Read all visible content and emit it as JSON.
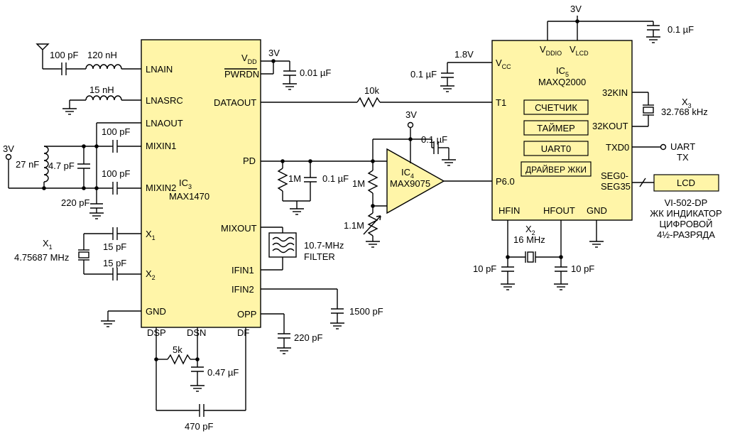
{
  "ic3": {
    "name": "IC3",
    "ref": "IC",
    "ref_sub": "3",
    "part": "MAX1470",
    "pins_left": [
      "LNAIN",
      "LNASRC",
      "LNAOUT",
      "MIXIN1",
      "MIXIN2",
      "X",
      "X",
      "GND"
    ],
    "pin_x1_sub": "1",
    "pin_x2_sub": "2",
    "pin_vdd": "V",
    "pin_vdd_sub": "DD",
    "pin_pwrdn": "PWRDN",
    "pin_dataout": "DATAOUT",
    "pin_pd": "PD",
    "pin_mixout": "MIXOUT",
    "pin_ifin1": "IFIN1",
    "pin_ifin2": "IFIN2",
    "pin_opp": "OPP",
    "pin_dsp": "DSP",
    "pin_dsn": "DSN",
    "pin_df": "DF"
  },
  "ic4": {
    "ref": "IC",
    "ref_sub": "4",
    "part": "MAX9075"
  },
  "ic5": {
    "ref": "IC",
    "ref_sub": "5",
    "part": "MAXQ2000",
    "pin_vcc": "V",
    "pin_vcc_sub": "CC",
    "pin_t1": "T1",
    "pin_p60": "P6.0",
    "pin_vddio": "V",
    "pin_vddio_sub": "DDIO",
    "pin_vlcd": "V",
    "pin_vlcd_sub": "LCD",
    "pin_32kin": "32KIN",
    "pin_32kout": "32KOUT",
    "pin_txd0": "TXD0",
    "pin_seg_a": "SEG0-",
    "pin_seg_b": "SEG35",
    "pin_hfin": "HFIN",
    "pin_hfout": "HFOUT",
    "pin_gnd": "GND",
    "blocks": [
      "СЧЕТЧИК",
      "ТАЙМЕР",
      "UART0",
      "ДРАЙВЕР ЖКИ"
    ]
  },
  "components": {
    "c_100pf_ant": "100 pF",
    "l_120nh": "120 nH",
    "l_15nh": "15 nH",
    "c_100pf_m1": "100 pF",
    "c_100pf_m2": "100 pF",
    "c_27nf": "27 nF",
    "c_4p7pf": "4.7 pF",
    "c_220pf_m": "220 pF",
    "v_3v_left": "3V",
    "x1_ref": "X",
    "x1_sub": "1",
    "x1_freq": "4.75687 MHz",
    "c_15pf_a": "15 pF",
    "c_15pf_b": "15 pF",
    "v_3v_vdd": "3V",
    "c_001uf": "0.01 µF",
    "r_10k": "10k",
    "r_1m_a": "1M",
    "c_01uf_pd": "0.1 µF",
    "v_3v_ic4": "3V",
    "c_01uf_ic4": "0.1 µF",
    "r_1m_b": "1M",
    "r_1p1m": "1.1M",
    "filter_a": "10.7-MHz",
    "filter_b": "FILTER",
    "c_1500pf": "1500 pF",
    "c_220pf_opp": "220 pF",
    "r_5k": "5k",
    "c_047uf": "0.47 µF",
    "c_470pf": "470 pF",
    "v_1p8v": "1.8V",
    "c_01uf_vcc": "0.1 µF",
    "v_3v_top": "3V",
    "c_01uf_top": "0.1 µF",
    "x3_ref": "X",
    "x3_sub": "3",
    "x3_freq": "32.768 kHz",
    "x2_ref": "X",
    "x2_sub": "2",
    "x2_freq": "16 MHz",
    "c_10pf_a": "10 pF",
    "c_10pf_b": "10 pF",
    "uart_a": "UART",
    "uart_b": "TX",
    "lcd": "LCD",
    "lcd_desc": [
      "VI-502-DP",
      "ЖК ИНДИКАТОР",
      "ЦИФРОВОЙ",
      "4½-РАЗРЯДА"
    ]
  },
  "colors": {
    "chip_fill": "#fff5a8",
    "line": "#000000"
  }
}
